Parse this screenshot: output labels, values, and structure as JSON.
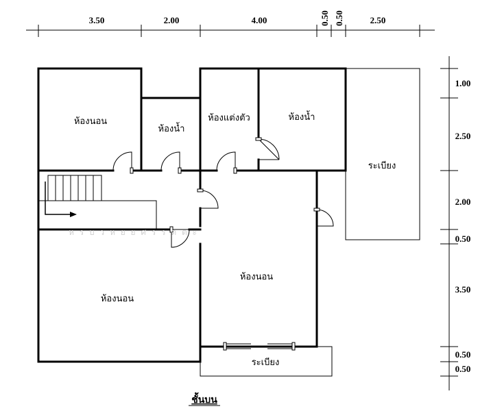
{
  "title": "ชั้นบน",
  "top_dimensions": [
    "3.50",
    "2.00",
    "4.00",
    "0.50",
    "0.50",
    "2.50"
  ],
  "right_dimensions": [
    "1.00",
    "2.50",
    "2.00",
    "0.50",
    "3.50",
    "0.50",
    "0.50"
  ],
  "rooms": {
    "bedroom_top_left": "ห้องนอน",
    "bathroom_1": "ห้องน้ำ",
    "dressing_room": "ห้องแต่งตัว",
    "bathroom_2": "ห้องน้ำ",
    "balcony_right": "ระเบียง",
    "bedroom_center": "ห้องนอน",
    "bedroom_bottom_left": "ห้องนอน",
    "balcony_bottom": "ระเบียง"
  }
}
